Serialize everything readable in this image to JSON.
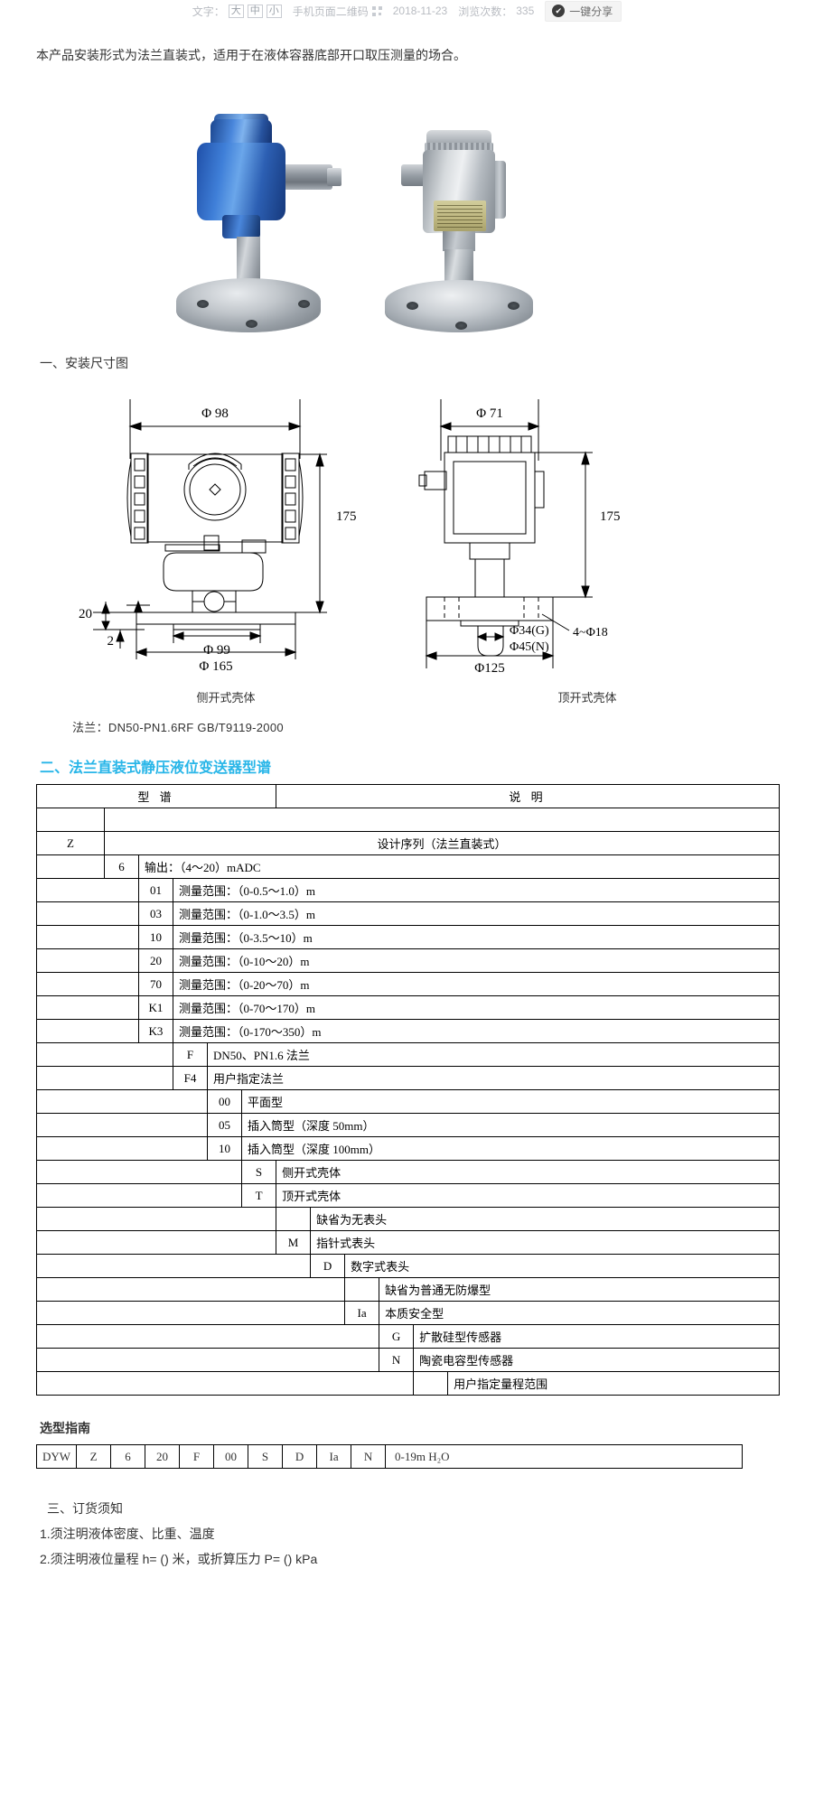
{
  "meta_bar": {
    "font_label": "文字：",
    "size_options": [
      "大",
      "中",
      "小"
    ],
    "qr_label": "手机页面二维码",
    "qr_icon": "qrcode-icon",
    "date": "2018-11-23",
    "views_label": "浏览次数：",
    "views_count": "335",
    "share_label": "一键分享",
    "share_icon": "check-circle-icon"
  },
  "intro": "本产品安装形式为法兰直装式，适用于在液体容器底部开口取压测量的场合。",
  "sections": {
    "dimension_heading": "一、安装尺寸图",
    "model_heading": "二、法兰直装式静压液位变送器型谱",
    "guide_heading": "选型指南",
    "order_heading": "三、订货须知"
  },
  "drawings": {
    "left": {
      "caption": "侧开式壳体",
      "dims": {
        "top_dia": "Φ 98",
        "height": "175",
        "flange_thk": "20",
        "raised_face": "2",
        "bolt_circle": "Φ 99",
        "outer_dia": "Φ 165"
      }
    },
    "right": {
      "caption": "顶开式壳体",
      "dims": {
        "top_dia": "Φ 71",
        "height": "175",
        "probe_g": "Φ34(G)",
        "probe_n": "Φ45(N)",
        "bolt_holes": "4~Φ18",
        "bolt_circle": "Φ125"
      }
    },
    "flange_note": "法兰：DN50-PN1.6RF   GB/T9119-2000"
  },
  "model_table": {
    "headers": [
      "型  谱",
      "说  明"
    ],
    "rows": [
      {
        "cols": 1,
        "code": "Z",
        "desc": "设计序列（法兰直装式）",
        "align": "center"
      },
      {
        "cols": 2,
        "code": "6",
        "desc": "输出：（4～20）mADC",
        "align": "left"
      },
      {
        "cols": 3,
        "code": "01",
        "desc": "测量范围：（0-0.5～1.0）m",
        "align": "left"
      },
      {
        "cols": 3,
        "code": "03",
        "desc": "测量范围：（0-1.0～3.5）m",
        "align": "left"
      },
      {
        "cols": 3,
        "code": "10",
        "desc": "测量范围：（0-3.5～10）m",
        "align": "left"
      },
      {
        "cols": 3,
        "code": "20",
        "desc": "测量范围：（0-10～20）m",
        "align": "left"
      },
      {
        "cols": 3,
        "code": "70",
        "desc": "测量范围：（0-20～70）m",
        "align": "left"
      },
      {
        "cols": 3,
        "code": "K1",
        "desc": "测量范围：（0-70～170）m",
        "align": "left"
      },
      {
        "cols": 3,
        "code": "K3",
        "desc": "测量范围：（0-170～350）m",
        "align": "left"
      },
      {
        "cols": 4,
        "code": "F",
        "desc": "DN50、PN1.6 法兰",
        "align": "left"
      },
      {
        "cols": 4,
        "code": "F4",
        "desc": "用户指定法兰",
        "align": "left"
      },
      {
        "cols": 5,
        "code": "00",
        "desc": "平面型",
        "align": "left"
      },
      {
        "cols": 5,
        "code": "05",
        "desc": "插入筒型（深度 50mm）",
        "align": "left"
      },
      {
        "cols": 5,
        "code": "10",
        "desc": "插入筒型（深度 100mm）",
        "align": "left"
      },
      {
        "cols": 6,
        "code": "S",
        "desc": "侧开式壳体",
        "align": "left"
      },
      {
        "cols": 6,
        "code": "T",
        "desc": "顶开式壳体",
        "align": "left"
      },
      {
        "cols": 7,
        "code": "",
        "desc": "缺省为无表头",
        "align": "left"
      },
      {
        "cols": 7,
        "code": "M",
        "desc": "指针式表头",
        "align": "left"
      },
      {
        "cols": 8,
        "code": "D",
        "desc": "数字式表头",
        "align": "left"
      },
      {
        "cols": 9,
        "code": "",
        "desc": "缺省为普通无防爆型",
        "align": "left"
      },
      {
        "cols": 9,
        "code": "Ia",
        "desc": "本质安全型",
        "align": "left"
      },
      {
        "cols": 10,
        "code": "G",
        "desc": "扩散硅型传感器",
        "align": "left"
      },
      {
        "cols": 10,
        "code": "N",
        "desc": "陶瓷电容型传感器",
        "align": "left"
      },
      {
        "cols": 11,
        "code": "",
        "desc": "用户指定量程范围",
        "align": "left"
      }
    ]
  },
  "guide_table": {
    "cells": [
      "DYW",
      "Z",
      "6",
      "20",
      "F",
      "00",
      "S",
      "D",
      "Ia",
      "N"
    ],
    "range": "0-19m H₂O"
  },
  "order_notes": [
    "1.须注明液体密度、比重、温度",
    "2.须注明液位量程 h= () 米，或折算压力 P= () kPa"
  ],
  "colors": {
    "accent_blue": "#29b6e8",
    "text": "#333333",
    "meta_grey": "#b9bcc2",
    "line": "#000000"
  }
}
